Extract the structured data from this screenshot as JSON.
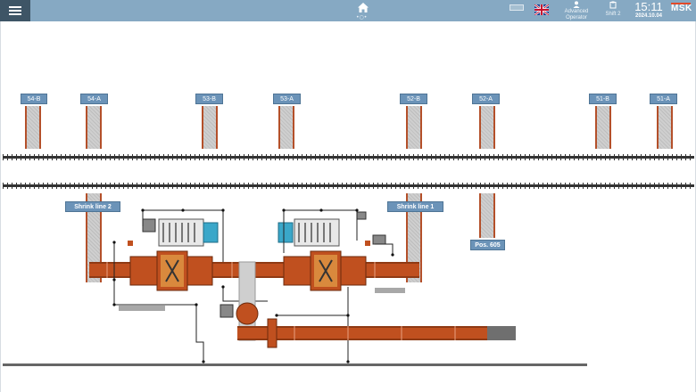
{
  "topbar": {
    "menu_icon": "hamburger-menu-icon",
    "home_icon": "home-icon",
    "home_dots": "•○•",
    "keyboard_icon": "keyboard-icon",
    "language_icon": "uk-flag-icon",
    "user": {
      "icon": "user-icon",
      "role_line1": "Advanced",
      "role_line2": "Operator"
    },
    "shift": {
      "icon": "shift-icon",
      "label": "Shift 2"
    },
    "time": "15:11",
    "date": "2024.10.04",
    "logo": "MSK"
  },
  "positions": [
    {
      "id": "pos-54b",
      "label": "54-B"
    },
    {
      "id": "pos-54a",
      "label": "54-A"
    },
    {
      "id": "pos-53b",
      "label": "53-B"
    },
    {
      "id": "pos-53a",
      "label": "53-A"
    },
    {
      "id": "pos-52b",
      "label": "52-B"
    },
    {
      "id": "pos-52a",
      "label": "52-A"
    },
    {
      "id": "pos-51b",
      "label": "51-B"
    },
    {
      "id": "pos-51a",
      "label": "51-A"
    }
  ],
  "lines": {
    "shrink_line_2": "Shrink line 2",
    "shrink_line_1": "Shrink line 1",
    "pos_605": "Pos. 605"
  },
  "colors": {
    "topbar": "#86a9c3",
    "menu_button": "#3e5566",
    "tag": "#6b93b8",
    "conveyor": "#c0501f",
    "conveyor_dark": "#8f3a14",
    "pallet": "#c8c8c8",
    "wrapper_blue": "#3aa7c9",
    "brand_accent": "#e24a2a"
  }
}
